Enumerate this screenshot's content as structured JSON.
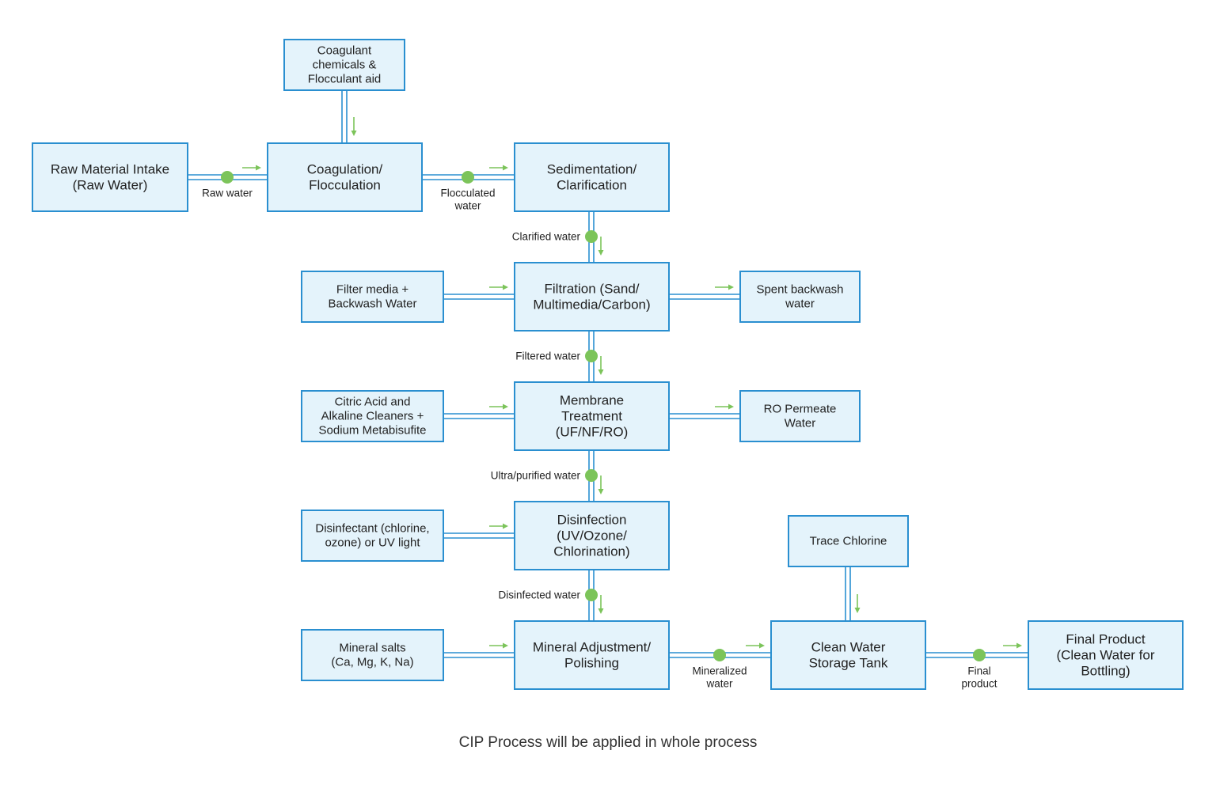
{
  "boxes": {
    "raw_intake": "Raw Material Intake\n(Raw Water)",
    "coagulant_chem": "Coagulant\nchemicals &\nFlocculant aid",
    "coagulation": "Coagulation/\nFlocculation",
    "sedimentation": "Sedimentation/\nClarification",
    "filter_media": "Filter media +\nBackwash Water",
    "filtration": "Filtration (Sand/\nMultimedia/Carbon)",
    "spent_backwash": "Spent backwash\nwater",
    "citric_acid": "Citric Acid and\nAlkaline Cleaners +\nSodium Metabisufite",
    "membrane": "Membrane\nTreatment\n(UF/NF/RO)",
    "ro_permeate": "RO Permeate\nWater",
    "disinfectant": "Disinfectant (chlorine,\nozone) or UV light",
    "disinfection": "Disinfection\n(UV/Ozone/\nChlorination)",
    "trace_chlorine": "Trace Chlorine",
    "mineral_salts": "Mineral salts\n(Ca, Mg, K, Na)",
    "mineral_adjust": "Mineral Adjustment/\nPolishing",
    "storage_tank": "Clean Water\nStorage Tank",
    "final_product": "Final Product\n(Clean Water for\nBottling)"
  },
  "flows": {
    "raw_water": "Raw water",
    "flocculated": "Flocculated\nwater",
    "clarified": "Clarified water",
    "filtered": "Filtered water",
    "ultra": "Ultra/purified water",
    "disinfected": "Disinfected water",
    "mineralized": "Mineralized\nwater",
    "final": "Final\nproduct"
  },
  "footer": "CIP Process will be applied in whole process",
  "colors": {
    "box_fill": "#e4f3fb",
    "box_border": "#2a8fd0",
    "pipe": "#2a8fd0",
    "node": "#7cc45a",
    "arrow": "#7cc45a"
  }
}
